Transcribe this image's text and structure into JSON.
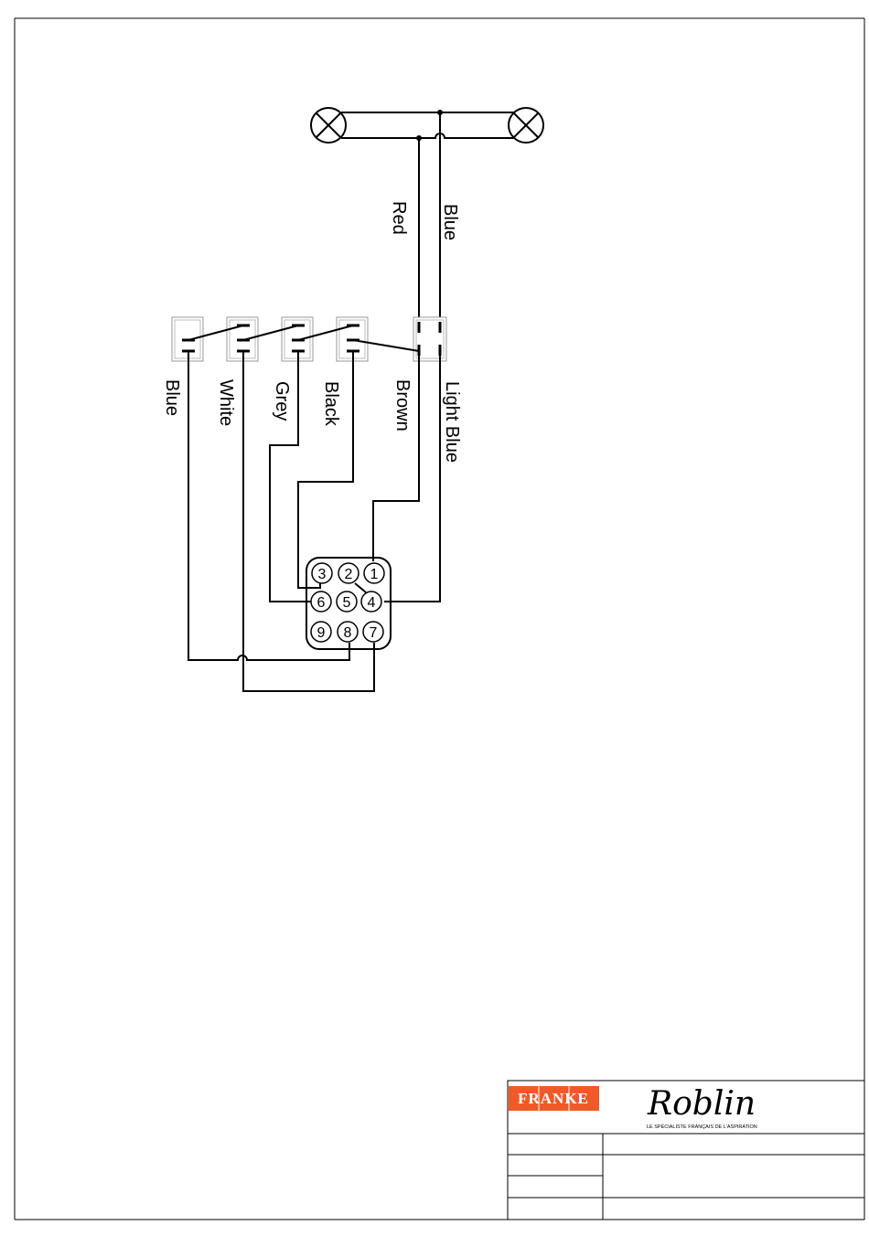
{
  "diagram": {
    "wire_labels": {
      "lamp_red": "Red",
      "lamp_blue": "Blue",
      "switch_blue": "Blue",
      "switch_white": "White",
      "switch_grey": "Grey",
      "switch_black": "Black",
      "switch_brown": "Brown",
      "switch_light_blue": "Light Blue"
    },
    "connector_pins": [
      "1",
      "2",
      "3",
      "4",
      "5",
      "6",
      "7",
      "8",
      "9"
    ],
    "lamp_icon": "lamp-cross-icon",
    "switch_icon": "push-switch-icon"
  },
  "title_block": {
    "brand": "FRANKE",
    "brand_color": "#f05a28",
    "logo_script": "Roblin",
    "logo_tagline": "LE SPÉCIALISTE FRANÇAIS DE L'ASPIRATION"
  }
}
